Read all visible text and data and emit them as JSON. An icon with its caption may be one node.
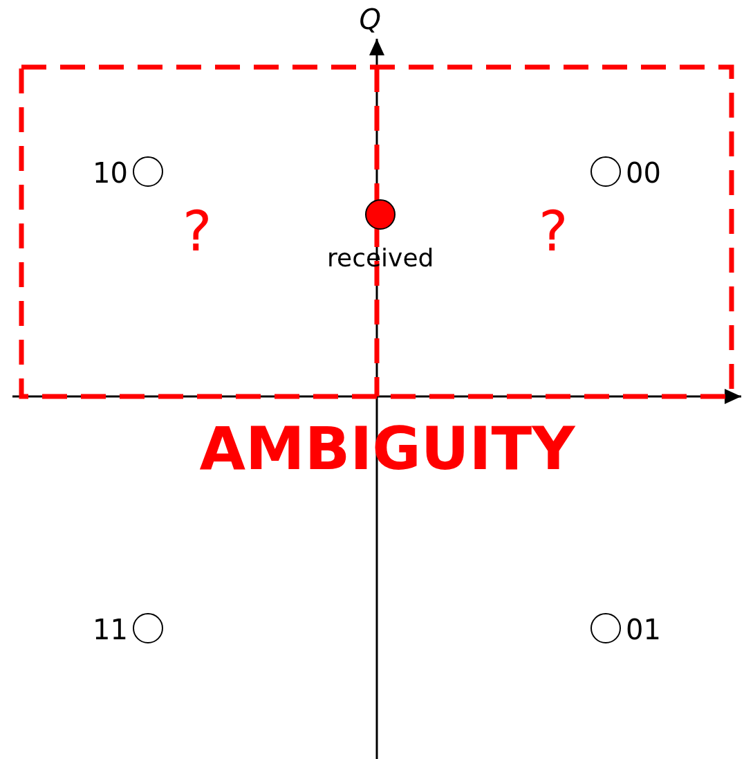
{
  "diagram": {
    "nodes": [
      {
        "text": [],
        "shape": "circle",
        "beside": [
          "10"
        ]
      },
      {
        "text": [],
        "shape": "circle",
        "beside": [
          "00"
        ]
      },
      {
        "text": [],
        "shape": "circle",
        "beside": [
          "received"
        ]
      },
      {
        "text": [],
        "shape": "circle",
        "beside": [
          "11"
        ]
      },
      {
        "text": [],
        "shape": "circle",
        "beside": [
          "01"
        ]
      }
    ],
    "labels": [
      "Q",
      "?",
      "?",
      "AMBIGUITY"
    ]
  }
}
